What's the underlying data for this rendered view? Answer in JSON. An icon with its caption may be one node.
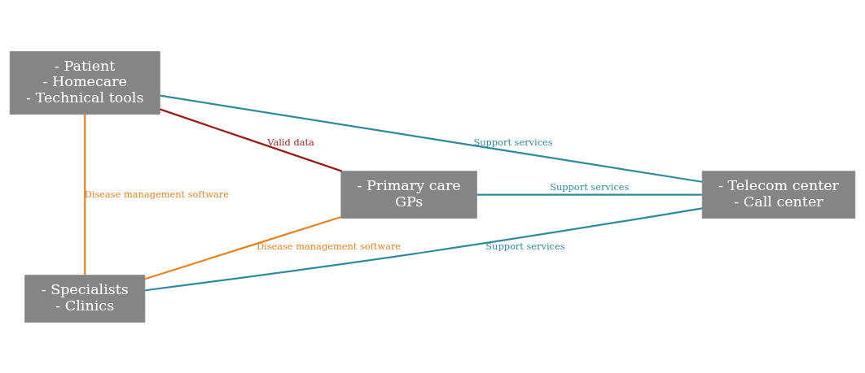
{
  "diagram": {
    "nodes": [
      {
        "text": [
          "- Patient",
          "- Homecare",
          "- Technical tools"
        ]
      },
      {
        "text": [
          "- Primary care",
          "GPs"
        ]
      },
      {
        "text": [
          "- Telecom center",
          "- Call center"
        ]
      },
      {
        "text": [
          "- Specialists",
          "- Clinics"
        ]
      }
    ],
    "edges": [
      {
        "from": 1,
        "to": 0,
        "arrow": "none",
        "label": "Valid data",
        "color": "#9b1c1c"
      },
      {
        "from": 0,
        "to": 2,
        "arrow": "none",
        "label": "Support services",
        "color": "#2f8a9e"
      },
      {
        "from": 1,
        "to": 2,
        "arrow": "none",
        "label": "Support services",
        "color": "#2f8a9e"
      },
      {
        "from": 0,
        "to": 3,
        "arrow": "none",
        "label": "Disease management software",
        "color": "#e8821e"
      },
      {
        "from": 1,
        "to": 3,
        "arrow": "none",
        "label": "Disease management software",
        "color": "#e8821e"
      },
      {
        "from": 3,
        "to": 2,
        "arrow": "none",
        "label": "Support services",
        "color": "#2f8a9e"
      }
    ]
  }
}
